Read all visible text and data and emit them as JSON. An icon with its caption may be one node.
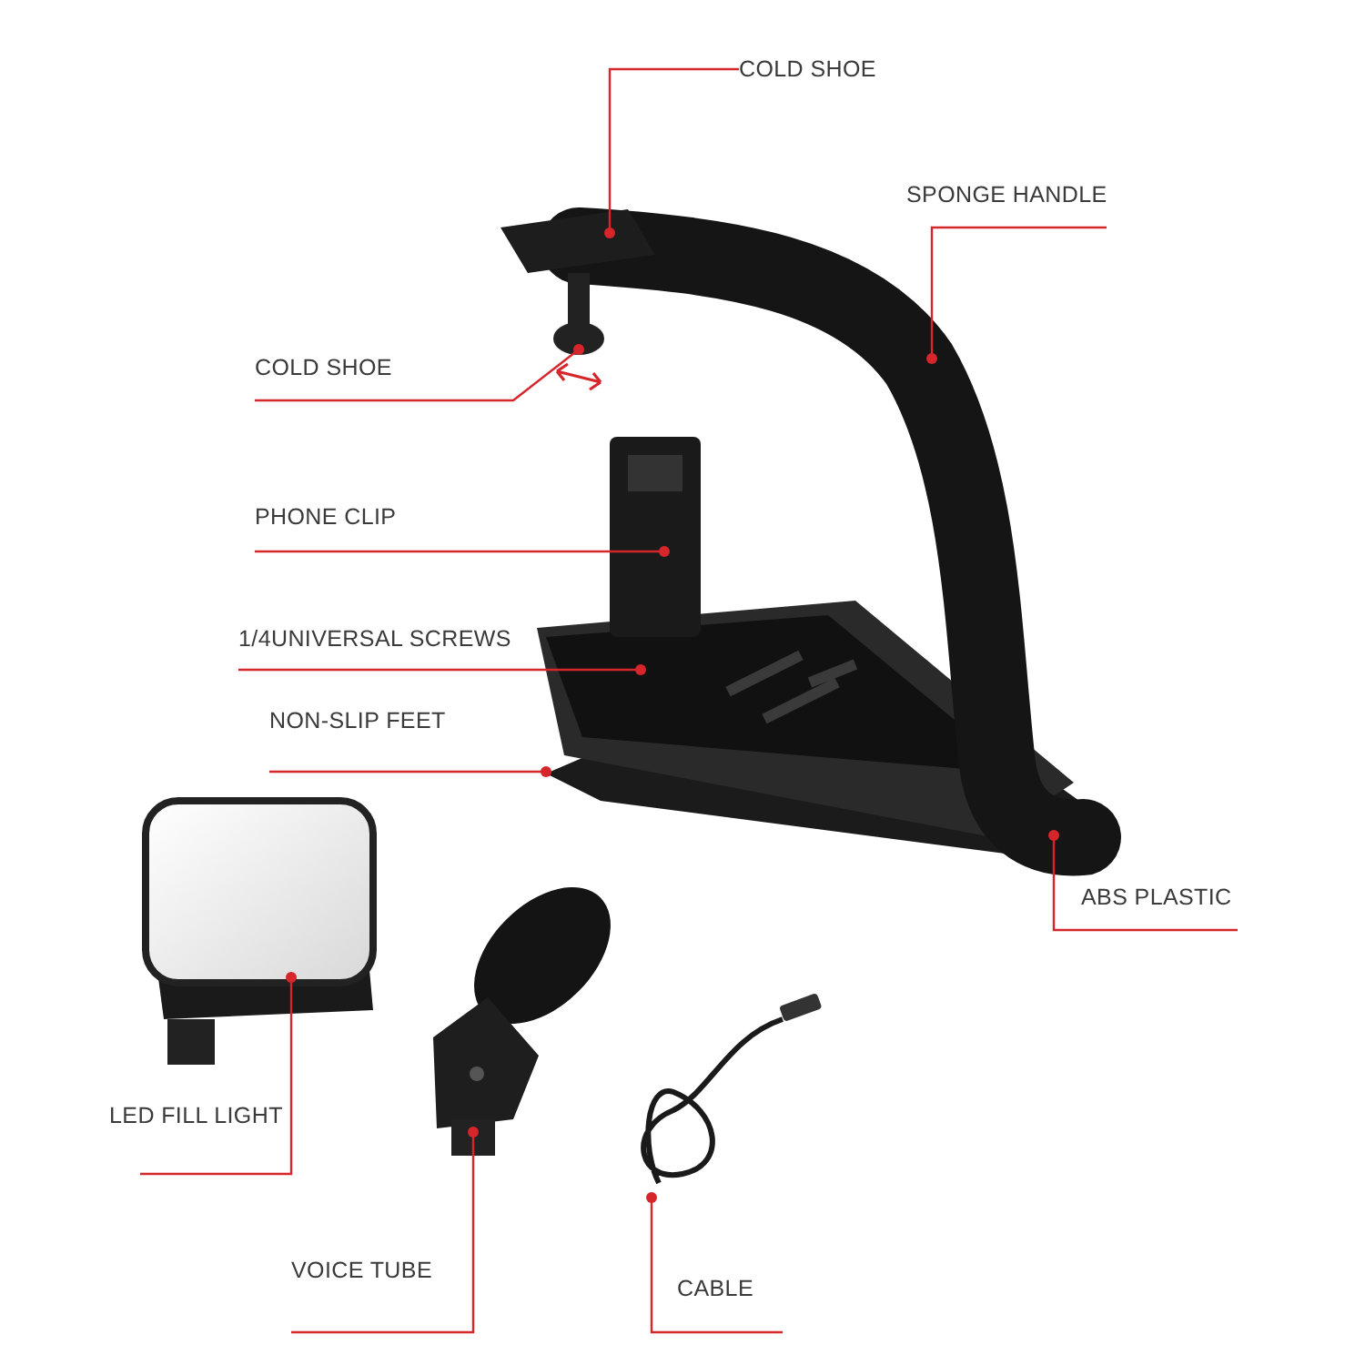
{
  "diagram": {
    "nodes": [
      {
        "text": [
          "COLD SHOE"
        ]
      },
      {
        "text": [
          "SPONGE HANDLE"
        ]
      },
      {
        "text": [
          "COLD SHOE"
        ]
      },
      {
        "text": [
          "PHONE CLIP"
        ]
      },
      {
        "text": [
          "1/4UNIVERSAL SCREWS"
        ]
      },
      {
        "text": [
          "NON-SLIP FEET"
        ]
      },
      {
        "text": [
          "ABS PLASTIC"
        ]
      },
      {
        "text": [
          "LED FILL LIGHT"
        ]
      },
      {
        "text": [
          "VOICE TUBE"
        ]
      },
      {
        "text": [
          "CABLE"
        ]
      }
    ],
    "edges": [
      {
        "from": 0,
        "to": null,
        "arrow": "other"
      },
      {
        "from": 1,
        "to": null,
        "arrow": "other"
      },
      {
        "from": 2,
        "to": null,
        "arrow": "other"
      },
      {
        "from": 3,
        "to": null,
        "arrow": "other"
      },
      {
        "from": 4,
        "to": null,
        "arrow": "other"
      },
      {
        "from": 5,
        "to": null,
        "arrow": "other"
      },
      {
        "from": 6,
        "to": null,
        "arrow": "other"
      },
      {
        "from": 7,
        "to": null,
        "arrow": "other"
      },
      {
        "from": 8,
        "to": null,
        "arrow": "other"
      },
      {
        "from": 9,
        "to": null,
        "arrow": "other"
      }
    ]
  }
}
